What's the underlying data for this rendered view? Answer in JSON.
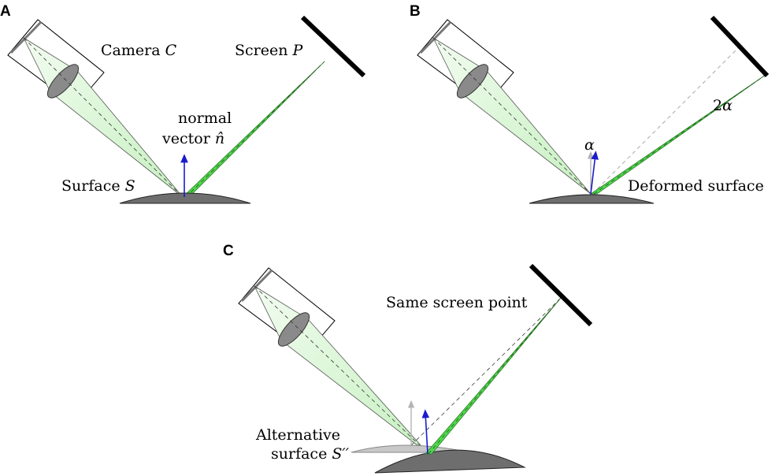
{
  "panels": {
    "a": {
      "letter": "A",
      "camera_word": "Camera",
      "camera_symbol": "C",
      "screen_word": "Screen",
      "screen_symbol": "P",
      "normal_line1": "normal",
      "normal_line2": "vector",
      "normal_symbol": "n̂",
      "surface_word": "Surface",
      "surface_symbol": "S"
    },
    "b": {
      "letter": "B",
      "alpha": "α",
      "two_alpha_num": "2",
      "two_alpha_sym": "α",
      "deformed_label": "Deformed surface"
    },
    "c": {
      "letter": "C",
      "same_point_label": "Same screen point",
      "alt_line1": "Alternative",
      "alt_line2_word": "surface",
      "alt_symbol": "S′′"
    }
  },
  "colors": {
    "normal_vector": "#1a1acc",
    "ghost_vector": "#b4b4b4",
    "camera_cone": "#c9f2c4",
    "reflected_beam": "#4ed94a",
    "surface": "#6e6e6e",
    "surface_ghost": "#c8c8c8",
    "screen": "#000000"
  }
}
